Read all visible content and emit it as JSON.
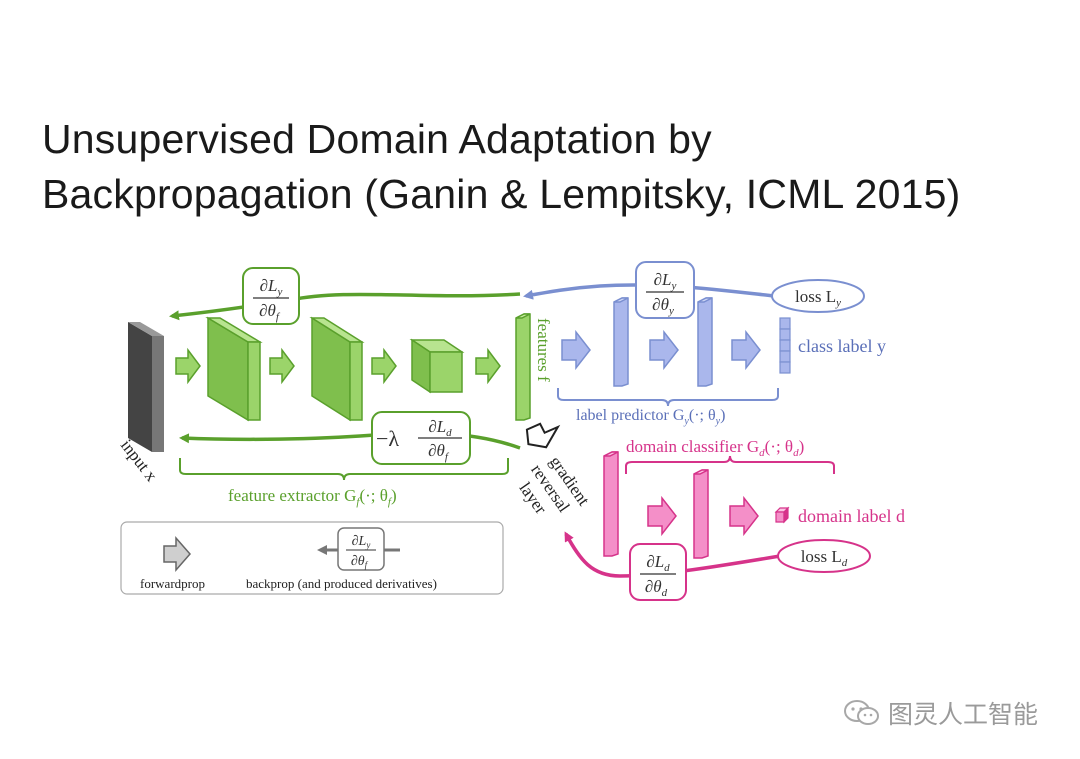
{
  "slide": {
    "title_line1": "Unsupervised Domain Adaptation by",
    "title_line2": "Backpropagation (Ganin & Lempitsky, ICML 2015)"
  },
  "diagram": {
    "input_label": "input x",
    "features_label": "features f",
    "class_label": "class label y",
    "domain_label": "domain label d",
    "loss_y": "loss L",
    "loss_y_sub": "y",
    "loss_d": "loss L",
    "loss_d_sub": "d",
    "label_predictor": "label predictor G",
    "label_predictor_args": "(·; θ",
    "label_predictor_sub": "y",
    "domain_classifier": "domain classifier G",
    "domain_classifier_args": "(·; θ",
    "domain_classifier_sub": "d",
    "feature_extractor": "feature extractor G",
    "feature_extractor_args": "(·; θ",
    "feature_extractor_sub": "f",
    "grl_line1": "gradient",
    "grl_line2": "reversal",
    "grl_line3": "layer",
    "deriv_fy_num": "∂L",
    "deriv_fy_num_sub": "y",
    "deriv_fy_den": "∂θ",
    "deriv_fy_den_sub": "f",
    "deriv_yy_num": "∂L",
    "deriv_yy_num_sub": "y",
    "deriv_yy_den": "∂θ",
    "deriv_yy_den_sub": "y",
    "deriv_fd_prefix": "−λ",
    "deriv_fd_num": "∂L",
    "deriv_fd_num_sub": "d",
    "deriv_fd_den": "∂θ",
    "deriv_fd_den_sub": "f",
    "deriv_dd_num": "∂L",
    "deriv_dd_num_sub": "d",
    "deriv_dd_den": "∂θ",
    "deriv_dd_den_sub": "d"
  },
  "legend": {
    "forwardprop": "forwardprop",
    "backprop": "backprop (and produced derivatives)",
    "deriv_num": "∂L",
    "deriv_num_sub": "y",
    "deriv_den": "∂θ",
    "deriv_den_sub": "f"
  },
  "colors": {
    "green": "#5aa02c",
    "green_fill": "#9bd46a",
    "blue": "#7a8fd0",
    "blue_fill": "#aab7ec",
    "pink": "#d6338a",
    "pink_fill": "#f48fc8",
    "grey": "#555555"
  },
  "watermark": {
    "text": "图灵人工智能"
  }
}
